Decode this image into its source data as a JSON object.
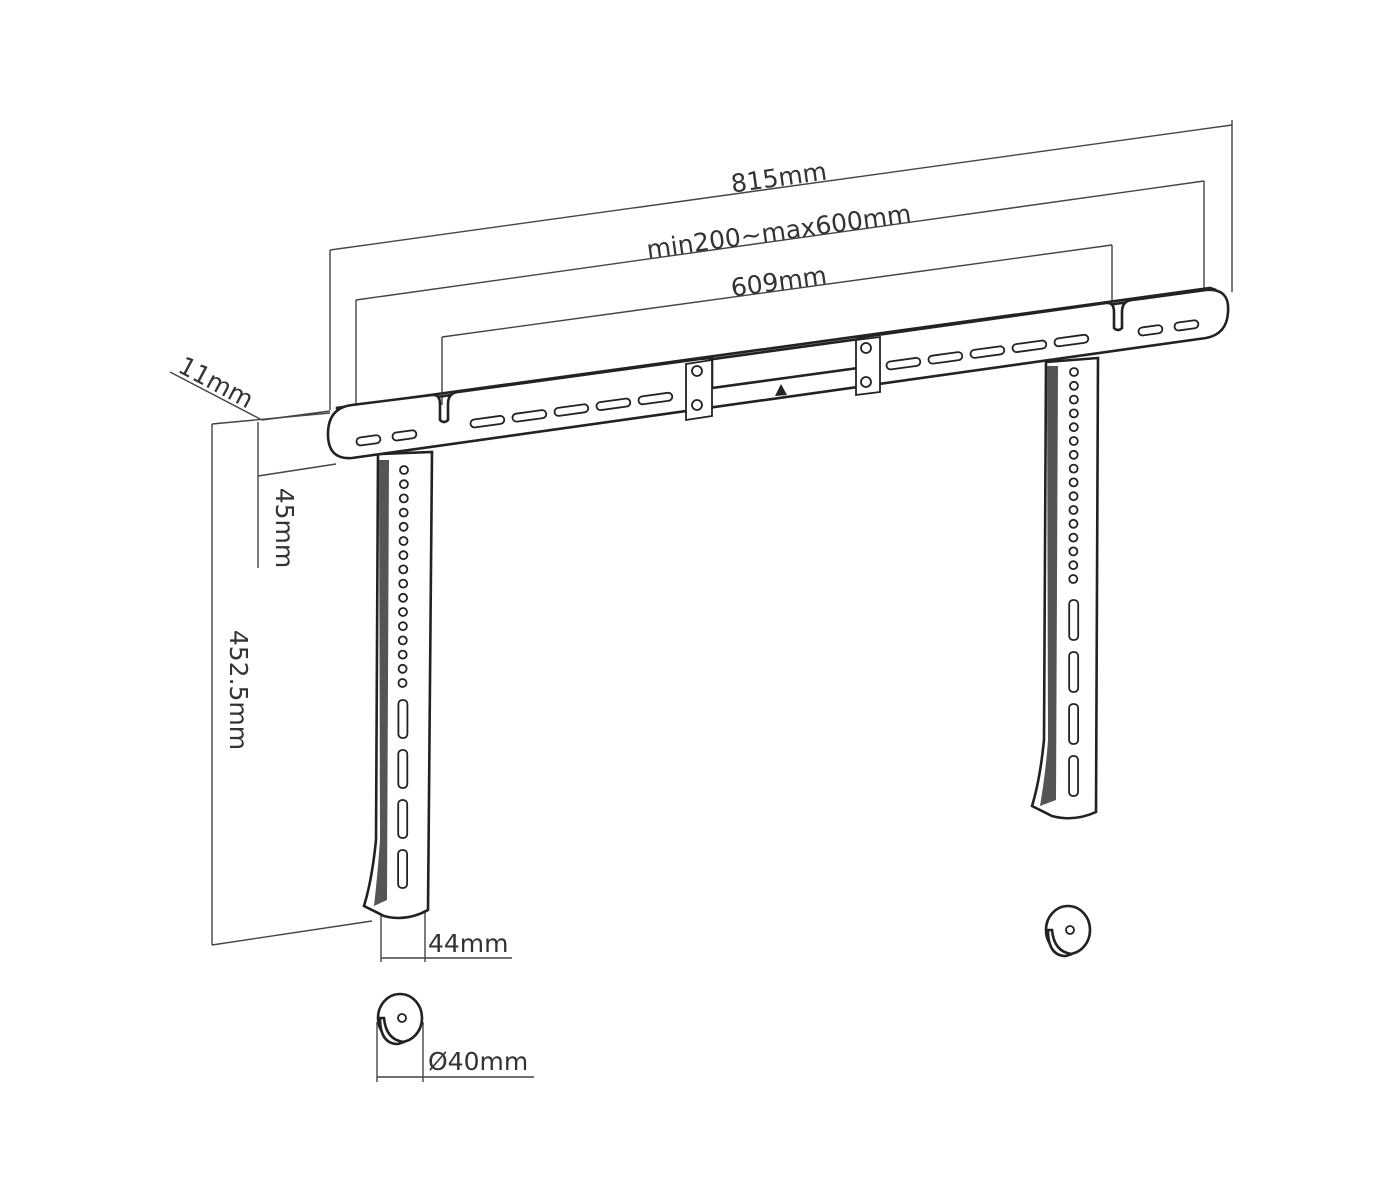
{
  "drawing": {
    "dimensions": {
      "overall_width": "815mm",
      "adjustable_range": "min200~max600mm",
      "center_width": "609mm",
      "depth": "11mm",
      "bar_height": "45mm",
      "arm_length": "452.5mm",
      "arm_width": "44mm",
      "spacer_diameter": "Ø40mm"
    },
    "colors": {
      "line": "#222222",
      "text": "#333333",
      "background": "#ffffff"
    }
  }
}
